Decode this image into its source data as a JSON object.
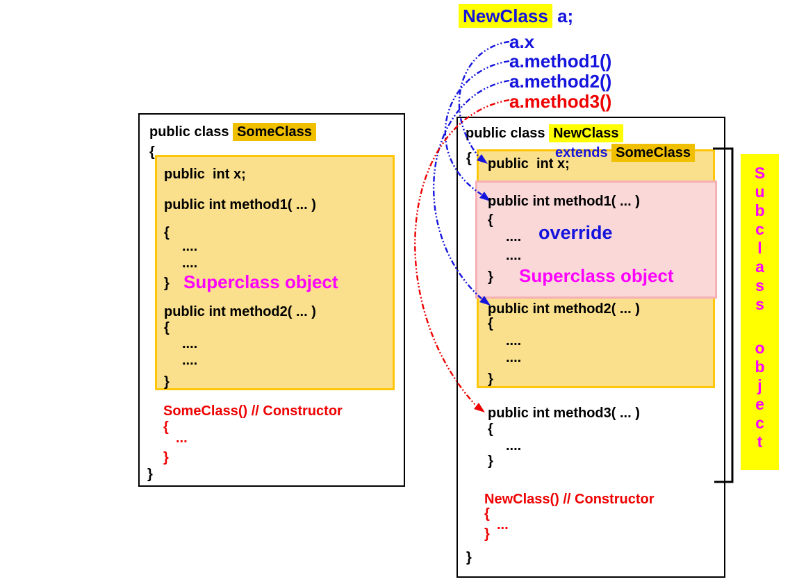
{
  "top": {
    "declaration_class": "NewClass",
    "declaration_rest": " a;",
    "call_x": "a.x",
    "call_method1": "a.method1()",
    "call_method2": "a.method2()",
    "call_method3": "a.method3()"
  },
  "sym": {
    "open": "{",
    "close": "}",
    "dots4": "....",
    "dots3": "..."
  },
  "left": {
    "header_prefix": "public class ",
    "header_class": "SomeClass",
    "line_x": "public  int x;",
    "line_method1": "public int method1( ... )",
    "line_method2": "public int method2( ... )",
    "superclass_label": "Superclass object",
    "constructor_title": "SomeClass() // Constructor"
  },
  "right": {
    "header_prefix": "public class ",
    "header_class": "NewClass",
    "extends_keyword": "extends ",
    "extends_class": "SomeClass",
    "line_x": "public  int x;",
    "line_method1": "public int method1( ... )",
    "line_method2": "public int method2( ... )",
    "line_method3": "public int method3( ... )",
    "override_label": "override",
    "superclass_label": "Superclass object",
    "constructor_title": "NewClass() // Constructor"
  },
  "strip": {
    "word1": "Subclass",
    "word2": "object"
  },
  "colors": {
    "blue": "#1414DD",
    "red": "#EE0000",
    "magenta": "#FF00FF",
    "gold_highlight": "#F0C000",
    "yellow_highlight": "#FFFF00",
    "member_box_fill": "#FAE08C",
    "member_box_border": "#FFC60A",
    "pink_box_fill": "#FAD8D8",
    "pink_box_border": "#F4B0B4",
    "bracket": "#000000"
  }
}
